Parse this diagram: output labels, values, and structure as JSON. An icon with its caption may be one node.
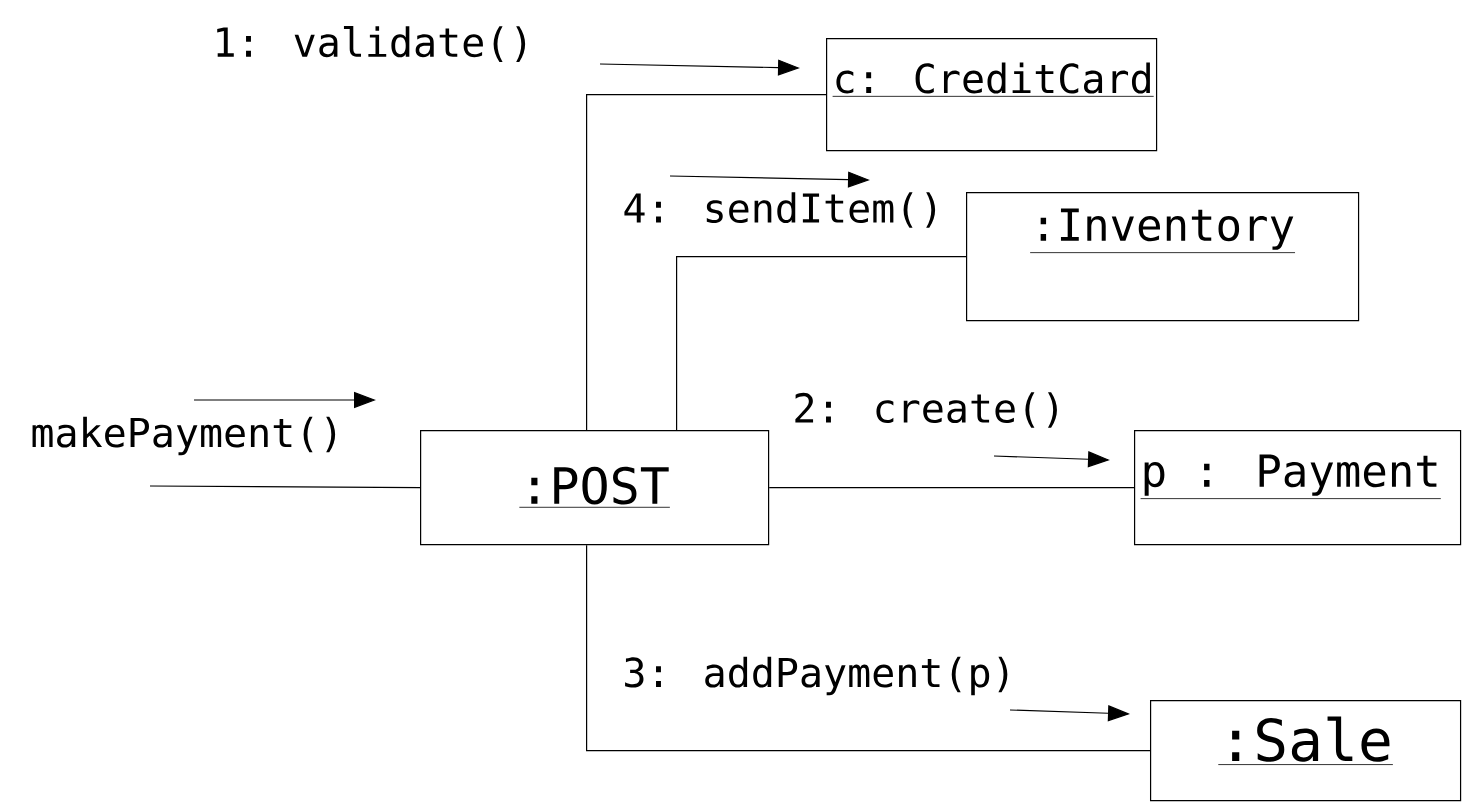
{
  "diagram": {
    "nodes": [
      {
        "text": [
          ":POST"
        ]
      },
      {
        "text": [
          "c: CreditCard"
        ]
      },
      {
        "text": [
          ":Inventory"
        ]
      },
      {
        "text": [
          "p : Payment"
        ]
      },
      {
        "text": [
          ":Sale"
        ]
      }
    ],
    "edges": [
      {
        "from": null,
        "to": 0,
        "arrow": "none",
        "label": "makePayment()"
      },
      {
        "from": 0,
        "to": 1,
        "arrow": "none",
        "label": "1: validate()"
      },
      {
        "from": 0,
        "to": 2,
        "arrow": "none",
        "label": "4: sendItem()"
      },
      {
        "from": 0,
        "to": 3,
        "arrow": "none",
        "label": "2: create()"
      },
      {
        "from": 0,
        "to": 4,
        "arrow": "none",
        "label": "3: addPayment(p)"
      }
    ]
  }
}
